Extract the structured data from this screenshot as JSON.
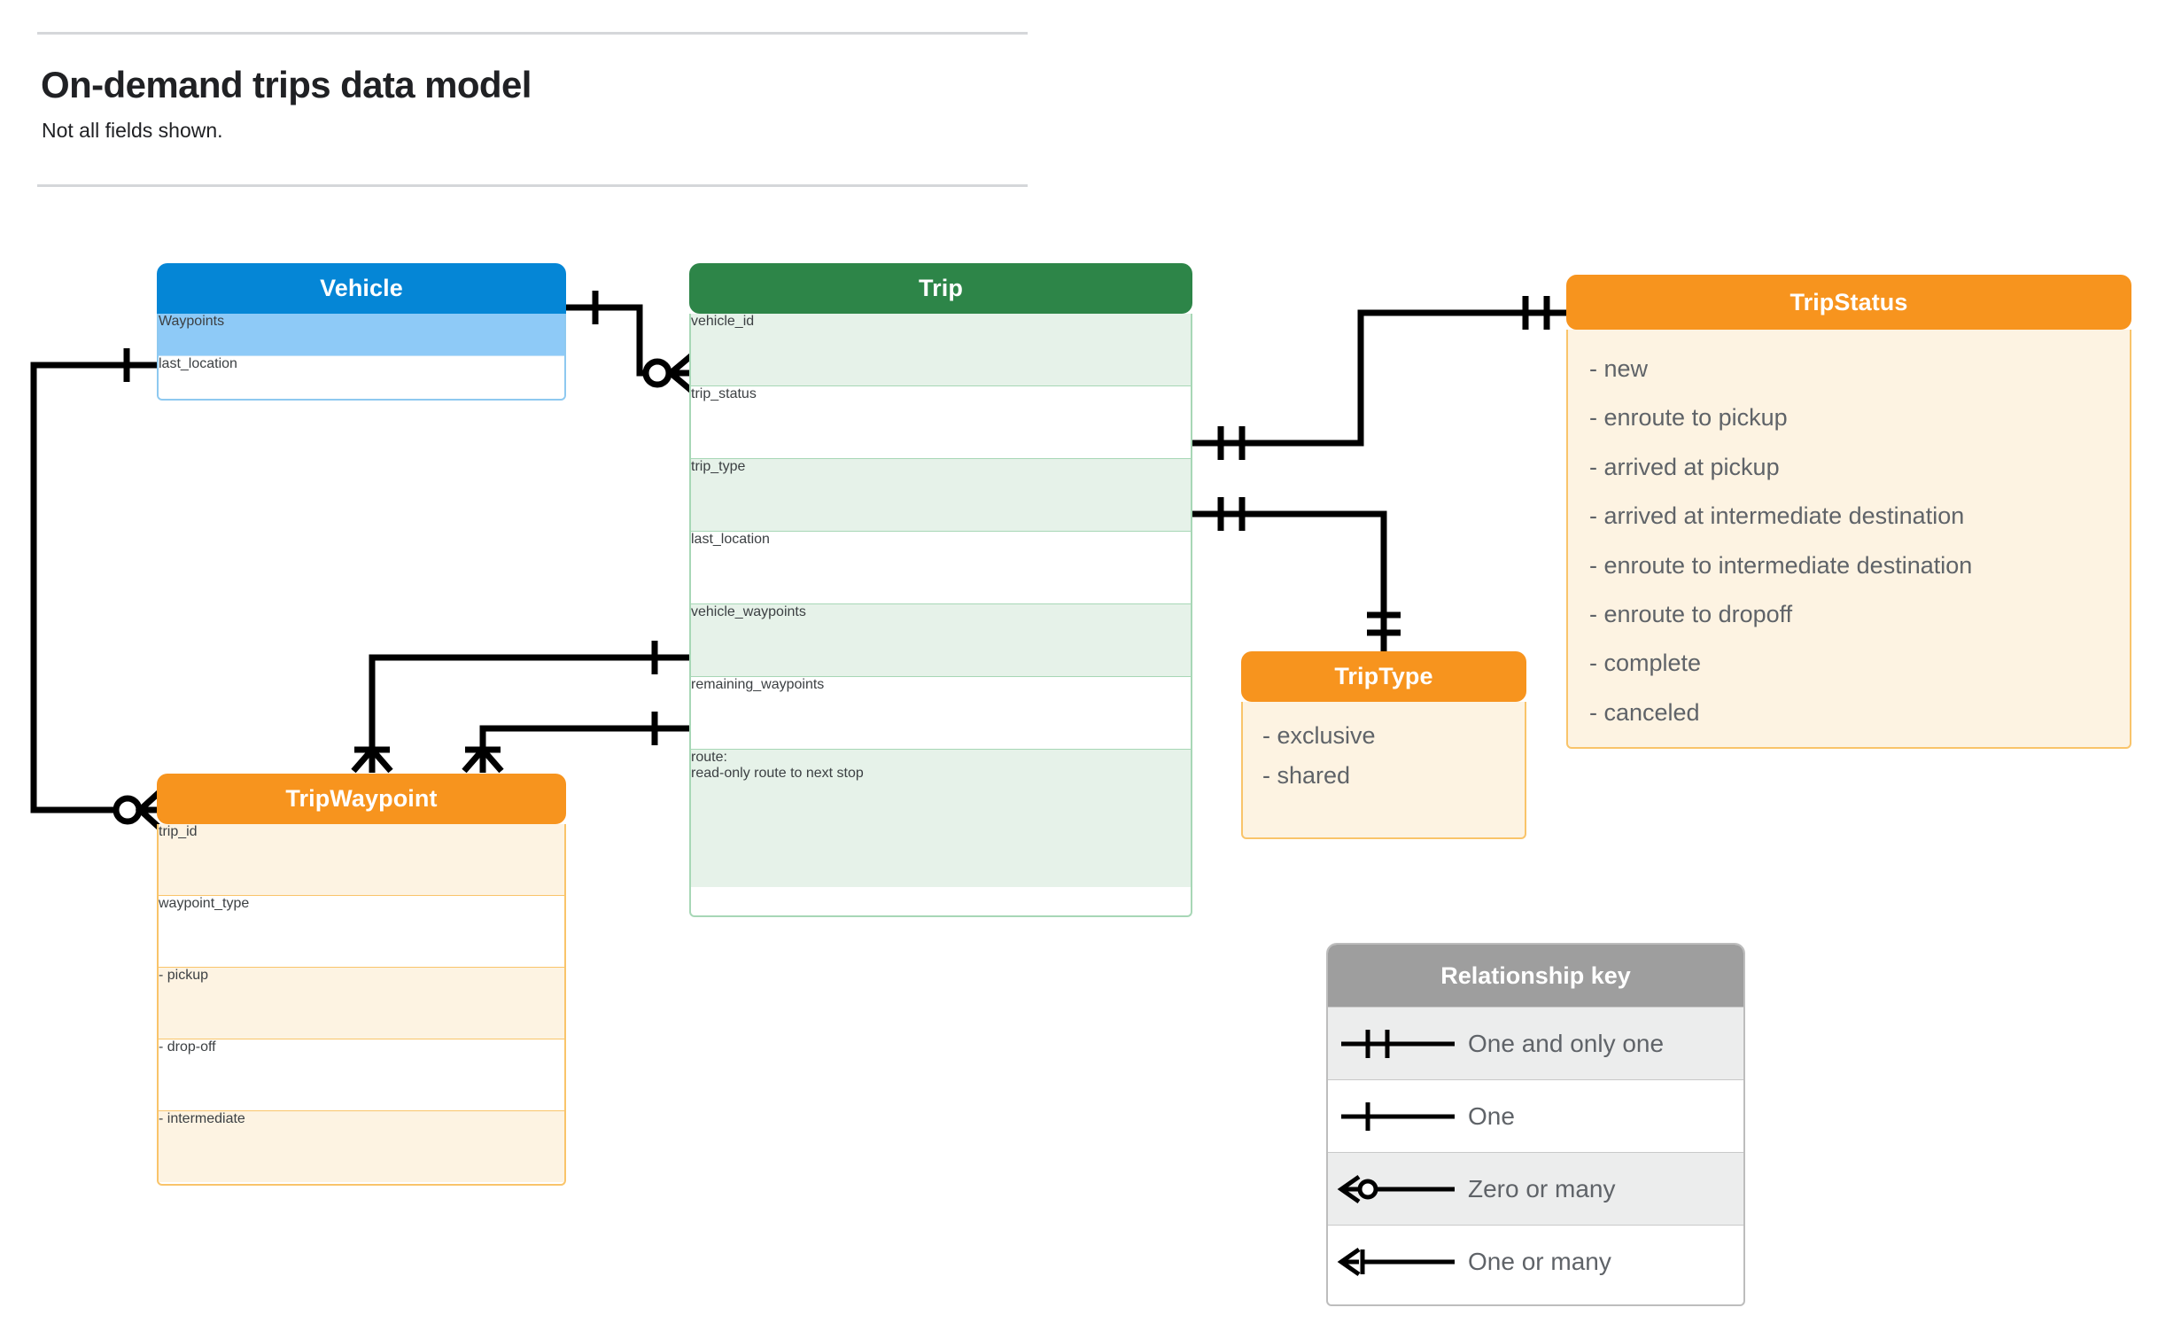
{
  "header": {
    "title": "On-demand trips data model",
    "subtitle": "Not all fields shown."
  },
  "entities": {
    "vehicle": {
      "name": "Vehicle",
      "header_color": "#0586d6",
      "fields": [
        {
          "label": "Waypoints"
        },
        {
          "label": "last_location"
        }
      ]
    },
    "trip": {
      "name": "Trip",
      "header_color": "#2d8548",
      "fields": [
        {
          "label": "vehicle_id"
        },
        {
          "label": "trip_status"
        },
        {
          "label": "trip_type"
        },
        {
          "label": "last_location"
        },
        {
          "label": "vehicle_waypoints"
        },
        {
          "label": "remaining_waypoints"
        }
      ],
      "note_line1": "route:",
      "note_line2": "read-only route to next stop"
    },
    "tripwaypoint": {
      "name": "TripWaypoint",
      "header_color": "#f7941e",
      "fields": [
        {
          "label": "trip_id"
        },
        {
          "label": "waypoint_type"
        },
        {
          "label": "-  pickup"
        },
        {
          "label": "-  drop-off"
        },
        {
          "label": "-  intermediate"
        }
      ]
    },
    "triptype": {
      "name": "TripType",
      "header_color": "#f7941e",
      "values": [
        "- exclusive",
        "- shared"
      ]
    },
    "tripstatus": {
      "name": "TripStatus",
      "header_color": "#f7941e",
      "values": [
        "- new",
        "- enroute to pickup",
        "- arrived at pickup",
        "- arrived at intermediate destination",
        "- enroute to intermediate destination",
        "- enroute to dropoff",
        "- complete",
        "- canceled"
      ]
    }
  },
  "legend": {
    "title": "Relationship key",
    "header_color": "#9e9e9e",
    "rows": [
      {
        "symbol": "one-and-only-one-icon",
        "label": "One and only one"
      },
      {
        "symbol": "one-icon",
        "label": "One"
      },
      {
        "symbol": "zero-or-many-icon",
        "label": "Zero or many"
      },
      {
        "symbol": "one-or-many-icon",
        "label": "One or many"
      }
    ]
  },
  "relationships": [
    {
      "from": "Vehicle",
      "from_card": "one-icon",
      "to": "Trip.vehicle_id",
      "to_card": "zero-or-many-icon"
    },
    {
      "from": "Vehicle.Waypoints",
      "from_card": "one-icon",
      "to": "TripWaypoint",
      "to_card": "zero-or-many-icon"
    },
    {
      "from": "Trip.trip_status",
      "from_card": "one-and-only-one-icon",
      "to": "TripStatus",
      "to_card": "one-and-only-one-icon"
    },
    {
      "from": "Trip.trip_type",
      "from_card": "one-and-only-one-icon",
      "to": "TripType",
      "to_card": "one-and-only-one-icon"
    },
    {
      "from": "Trip.vehicle_waypoints",
      "from_card": "one-icon",
      "to": "TripWaypoint",
      "to_card": "one-or-many-icon"
    },
    {
      "from": "Trip.remaining_waypoints",
      "from_card": "one-icon",
      "to": "TripWaypoint",
      "to_card": "one-or-many-icon"
    }
  ]
}
